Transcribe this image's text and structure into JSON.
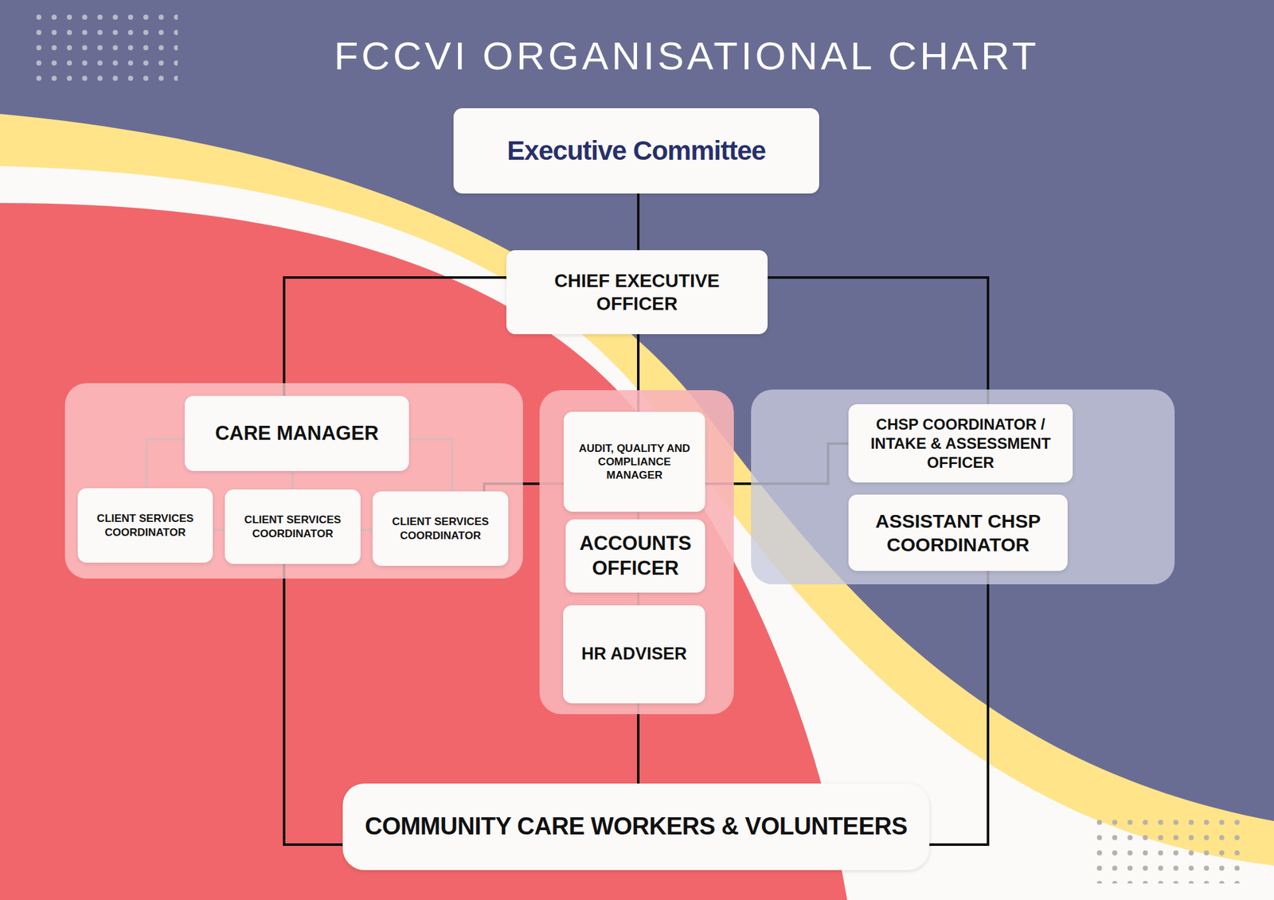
{
  "diagram": {
    "title": "FCCVI ORGANISATIONAL CHART",
    "nodes": [
      {
        "text": [
          "Executive Committee"
        ]
      },
      {
        "text": [
          "CHIEF EXECUTIVE OFFICER"
        ]
      },
      {
        "text": [
          "CARE MANAGER"
        ]
      },
      {
        "text": [
          "CLIENT SERVICES COORDINATOR"
        ]
      },
      {
        "text": [
          "CLIENT SERVICES COORDINATOR"
        ]
      },
      {
        "text": [
          "CLIENT SERVICES COORDINATOR"
        ]
      },
      {
        "text": [
          "AUDIT, QUALITY AND COMPLIANCE MANAGER"
        ]
      },
      {
        "text": [
          "ACCOUNTS OFFICER"
        ]
      },
      {
        "text": [
          "HR ADVISER"
        ]
      },
      {
        "text": [
          "CHSP COORDINATOR / INTAKE & ASSESSMENT OFFICER"
        ]
      },
      {
        "text": [
          "ASSISTANT CHSP COORDINATOR"
        ]
      },
      {
        "text": [
          "COMMUNITY CARE WORKERS & VOLUNTEERS"
        ]
      }
    ],
    "edges": [
      {
        "from": 0,
        "to": 1,
        "arrow": "none"
      },
      {
        "from": 1,
        "to": 2,
        "arrow": "none"
      },
      {
        "from": 1,
        "to": 6,
        "arrow": "none"
      },
      {
        "from": 1,
        "to": 9,
        "arrow": "none"
      },
      {
        "from": 2,
        "to": 3,
        "arrow": "none"
      },
      {
        "from": 2,
        "to": 4,
        "arrow": "none"
      },
      {
        "from": 2,
        "to": 5,
        "arrow": "none"
      },
      {
        "from": 3,
        "to": 4,
        "arrow": "none"
      },
      {
        "from": 4,
        "to": 5,
        "arrow": "none"
      },
      {
        "from": 6,
        "to": 5,
        "arrow": "none"
      },
      {
        "from": 6,
        "to": 9,
        "arrow": "none"
      },
      {
        "from": 6,
        "to": 7,
        "arrow": "none"
      },
      {
        "from": 7,
        "to": 8,
        "arrow": "none"
      },
      {
        "from": 8,
        "to": 11,
        "arrow": "none"
      },
      {
        "from": 4,
        "to": 11,
        "arrow": "none"
      },
      {
        "from": 10,
        "to": 11,
        "arrow": "none"
      }
    ]
  }
}
